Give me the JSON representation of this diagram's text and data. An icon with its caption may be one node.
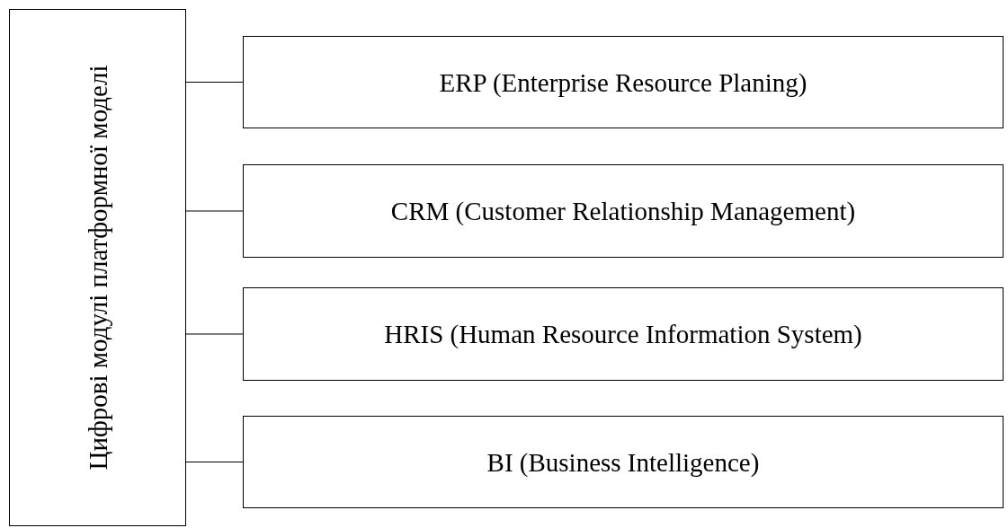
{
  "diagram": {
    "nodes": [
      {
        "text": [
          "Цифрові модулі платформної моделі"
        ]
      },
      {
        "text": [
          "ERP (Enterprise Resource Planing)"
        ]
      },
      {
        "text": [
          "CRM (Customer Relationship Management)"
        ]
      },
      {
        "text": [
          "HRIS (Human Resource Information System)"
        ]
      },
      {
        "text": [
          "BI (Business Intelligence)"
        ]
      }
    ],
    "edges": [
      {
        "from": 0,
        "to": 1,
        "arrow": "none"
      },
      {
        "from": 0,
        "to": 2,
        "arrow": "none"
      },
      {
        "from": 0,
        "to": 3,
        "arrow": "none"
      },
      {
        "from": 0,
        "to": 4,
        "arrow": "none"
      }
    ]
  }
}
